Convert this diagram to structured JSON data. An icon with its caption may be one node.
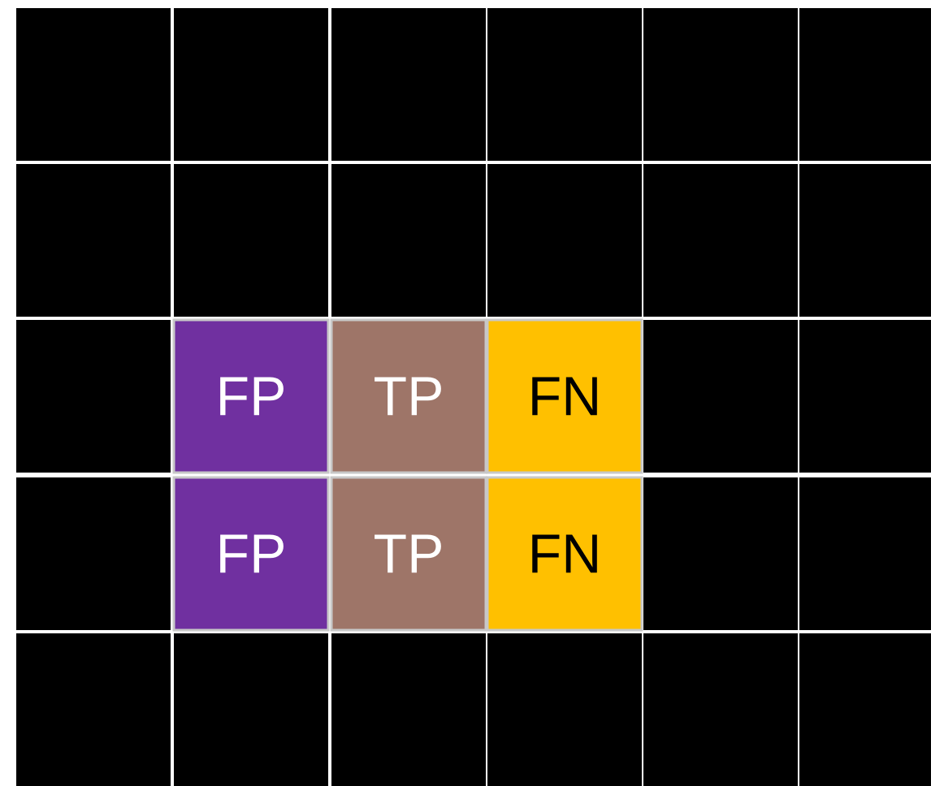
{
  "diagram": {
    "nodes": [
      {
        "text": [],
        "shape": "box"
      },
      {
        "text": [],
        "shape": "box"
      },
      {
        "text": [],
        "shape": "box"
      },
      {
        "text": [],
        "shape": "box"
      },
      {
        "text": [],
        "shape": "box"
      },
      {
        "text": [],
        "shape": "box"
      },
      {
        "text": [],
        "shape": "box"
      },
      {
        "text": [],
        "shape": "box"
      },
      {
        "text": [],
        "shape": "box"
      },
      {
        "text": [],
        "shape": "box"
      },
      {
        "text": [],
        "shape": "box"
      },
      {
        "text": [],
        "shape": "box"
      },
      {
        "text": [],
        "shape": "box"
      },
      {
        "text": [
          "FP"
        ]
      },
      {
        "text": [
          "TP"
        ]
      },
      {
        "text": [
          "FN"
        ]
      },
      {
        "text": [],
        "shape": "box"
      },
      {
        "text": [],
        "shape": "box"
      },
      {
        "text": [],
        "shape": "box"
      },
      {
        "text": [
          "FP"
        ]
      },
      {
        "text": [
          "TP"
        ]
      },
      {
        "text": [
          "FN"
        ]
      },
      {
        "text": [],
        "shape": "box"
      },
      {
        "text": [],
        "shape": "box"
      },
      {
        "text": [],
        "shape": "box"
      },
      {
        "text": [],
        "shape": "box"
      },
      {
        "text": [],
        "shape": "box"
      },
      {
        "text": [],
        "shape": "box"
      },
      {
        "text": [],
        "shape": "box"
      },
      {
        "text": [],
        "shape": "box"
      }
    ]
  }
}
